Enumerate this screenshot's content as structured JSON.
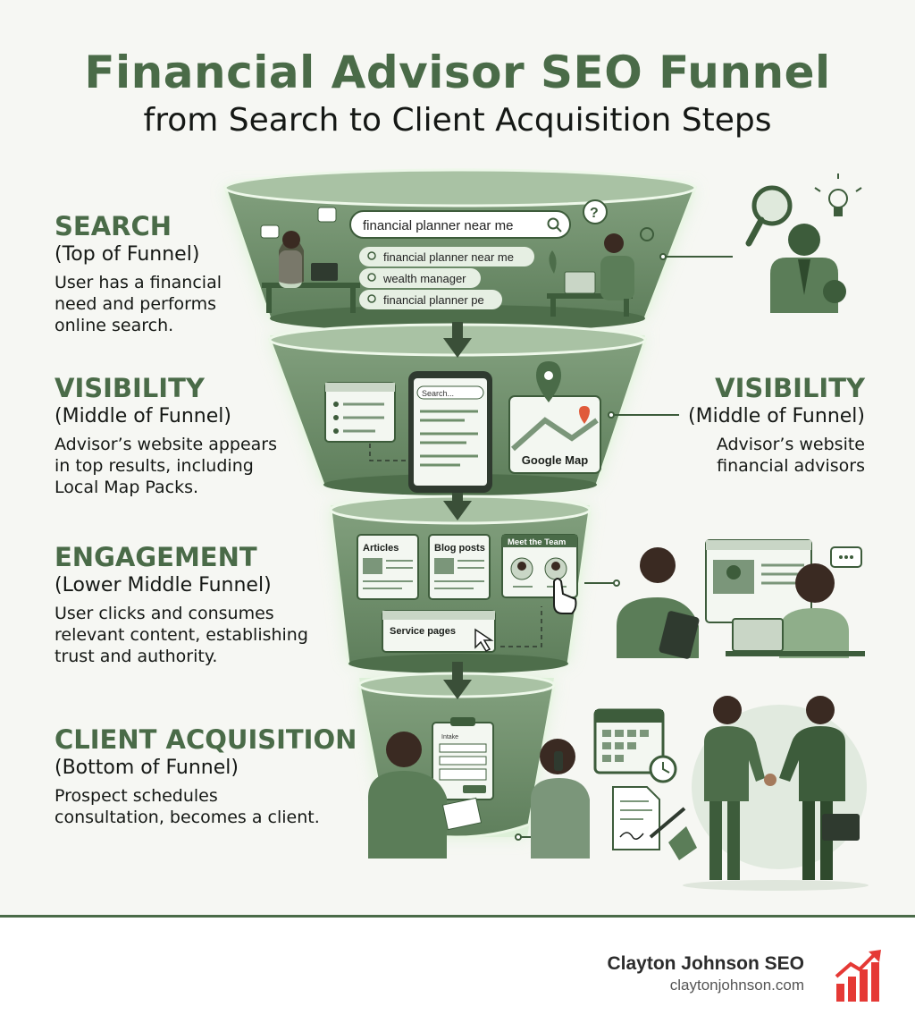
{
  "title": "Financial Advisor SEO Funnel",
  "subtitle": "from Search to Client Acquisition Steps",
  "stages": [
    {
      "heading": "SEARCH",
      "sub": "(Top of Funnel)",
      "desc": [
        "User has a financial",
        "need and performs",
        "online search."
      ]
    },
    {
      "heading": "VISIBILITY",
      "sub": "(Middle of Funnel)",
      "desc": [
        "Advisor’s website appears",
        "in top results, including",
        "Local Map Packs."
      ]
    },
    {
      "heading": "ENGAGEMENT",
      "sub": "(Lower Middle Funnel)",
      "desc": [
        "User clicks and consumes",
        "relevant content, establishing",
        "trust and authority."
      ]
    },
    {
      "heading": "CLIENT ACQUISITION",
      "sub": "(Bottom of Funnel)",
      "desc": [
        "Prospect schedules",
        "consultation, becomes a client."
      ]
    }
  ],
  "visibility_right": {
    "heading": "VISIBILITY",
    "sub": "(Middle of Funnel)",
    "desc": [
      "Advisor’s website",
      "financial advisors"
    ]
  },
  "search_box": {
    "query": "financial planner near me",
    "suggestions": [
      "financial planner near me",
      "wealth manager",
      "financial planner pe"
    ]
  },
  "phone_search": "Search...",
  "map_label": "Google Map",
  "content_cards": {
    "articles": "Articles",
    "blog": "Blog posts",
    "team": "Meet the Team",
    "service": "Service pages"
  },
  "form_title": "Intake",
  "brand": {
    "name": "Clayton Johnson SEO",
    "url": "claytonjohnson.com"
  },
  "colors": {
    "primary_green": "#4a6b48",
    "funnel_green": "#6f8f6c",
    "dark_green": "#3d5c3b",
    "accent_red": "#e53935"
  }
}
